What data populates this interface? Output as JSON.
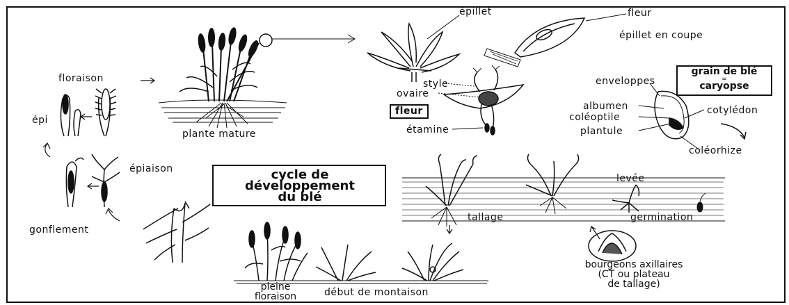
{
  "labels": {
    "floraison": "floraison",
    "epi": "épi",
    "plante_mature": "plante mature",
    "epillet": "épillet",
    "fleur_top": "fleur",
    "epillet_coupe": "épillet en coupe",
    "style": "style",
    "ovaire": "ovaire",
    "fleur_box": "fleur",
    "etamine": "étamine",
    "grain_line1": "grain de blé",
    "grain_line2": "=",
    "grain_line3": "caryopse",
    "enveloppes": "enveloppes",
    "albumen": "albumen",
    "coleoptile": "coléoptile",
    "cotyledon": "cotylédon",
    "plantule": "plantule",
    "coleorhize": "coléorhize",
    "epiaison": "épiaison",
    "cycle_line1": "cycle de",
    "cycle_line2": "développement",
    "cycle_line3": "du blé",
    "levee": "levée",
    "tallage": "tallage",
    "germination": "germination",
    "gonflement": "gonflement",
    "bourgeons_line1": "bourgeons axillaires",
    "bourgeons_line2": "(CT ou plateau",
    "bourgeons_line3": "de tallage)",
    "pleine_line1": "pleine",
    "pleine_line2": "floraison",
    "debut_montaison": "début de montaison"
  }
}
